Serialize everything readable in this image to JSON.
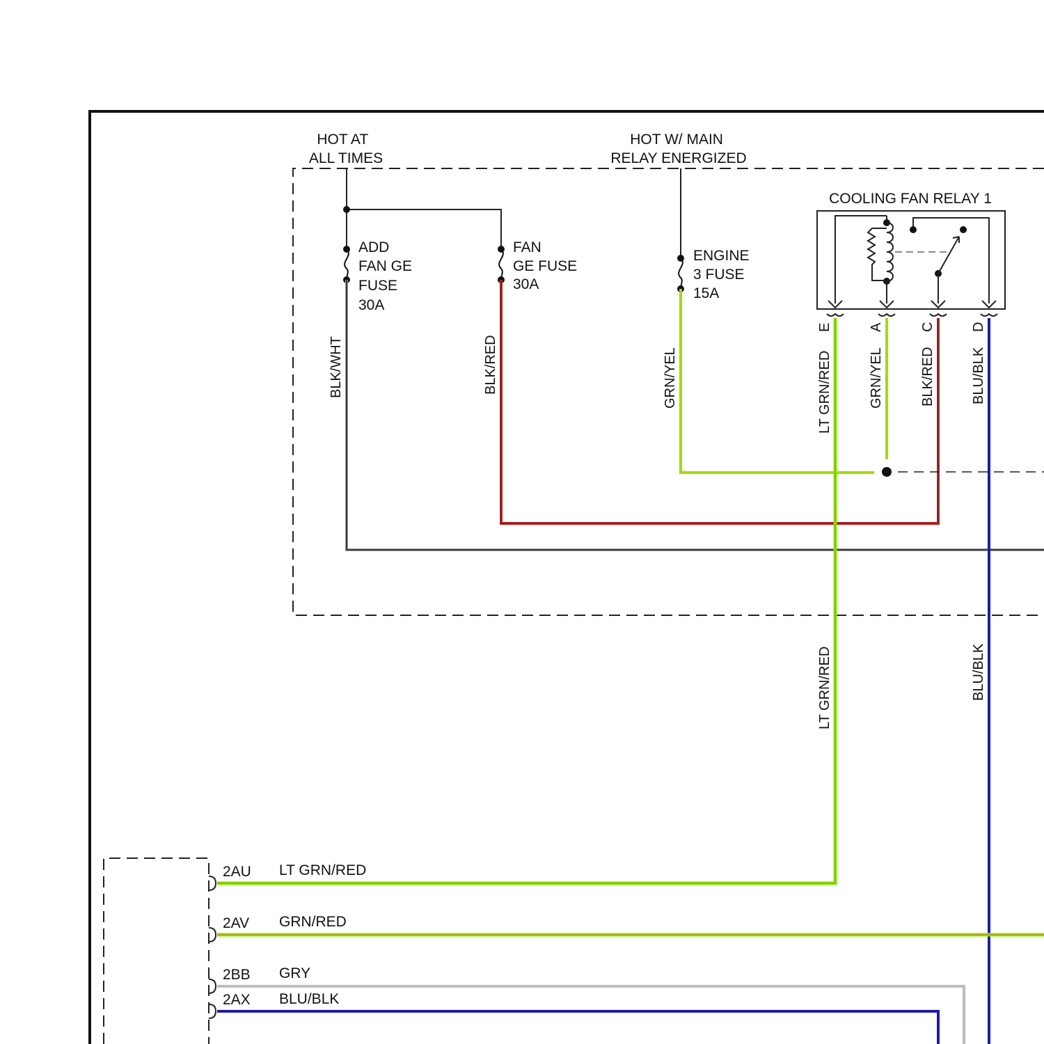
{
  "sources": {
    "hot_at_all_times": [
      "HOT AT",
      "ALL TIMES"
    ],
    "hot_w_main_relay": [
      "HOT W/ MAIN",
      "RELAY ENERGIZED"
    ]
  },
  "fuses": {
    "add_fan_ge": [
      "ADD",
      "FAN GE",
      "FUSE",
      "30A"
    ],
    "fan_ge": [
      "FAN",
      "GE FUSE",
      "30A"
    ],
    "engine_3": [
      "ENGINE",
      "3 FUSE",
      "15A"
    ]
  },
  "relay": {
    "title": "COOLING FAN RELAY 1",
    "pins": {
      "e": "E",
      "a": "A",
      "c": "C",
      "d": "D"
    }
  },
  "wires": {
    "blk_wht": "BLK/WHT",
    "blk_red": "BLK/RED",
    "grn_yel": "GRN/YEL",
    "lt_grn_red": "LT GRN/RED",
    "relay_a_grn_yel": "GRN/YEL",
    "relay_c_blk_red": "BLK/RED",
    "blu_blk": "BLU/BLK",
    "lt_grn_red_lower": "LT GRN/RED",
    "blu_blk_lower": "BLU/BLK"
  },
  "connector": {
    "rows": [
      {
        "pin": "2AU",
        "wire": "LT GRN/RED"
      },
      {
        "pin": "2AV",
        "wire": "GRN/RED"
      },
      {
        "pin": "2BB",
        "wire": "GRY"
      },
      {
        "pin": "2AX",
        "wire": "BLU/BLK"
      }
    ]
  },
  "colors": {
    "wire_black": "#3a3a3a",
    "wire_red": "#c81e1e",
    "wire_green": "#7cf000",
    "wire_blue": "#1c1ca8",
    "wire_gray": "#bdbdbd",
    "wire_orange": "#d27a1e"
  }
}
